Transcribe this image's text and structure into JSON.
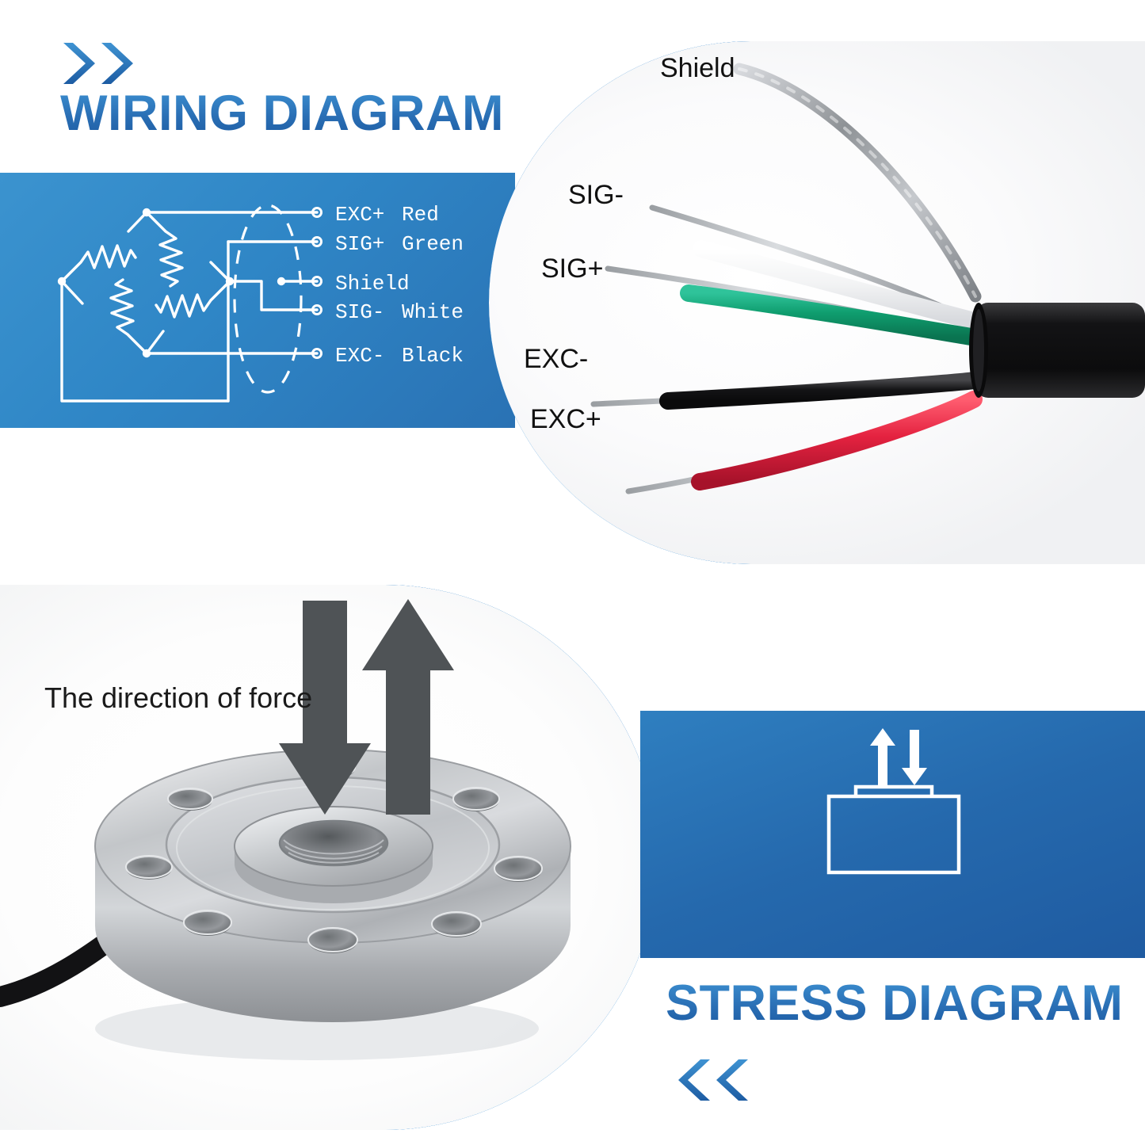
{
  "page": {
    "background": "#ffffff",
    "accent_blue": "#2f84cd",
    "accent_blue_dark": "#1f5ba1",
    "accent_blue_light": "#3aa0e8"
  },
  "wiring_section": {
    "title": "WIRING DIAGRAM",
    "chevron_icon": "double-chevron-right-icon",
    "panel_color": "#2f86c6",
    "circuit": {
      "type": "wheatstone-bridge",
      "resistor_count": 4,
      "shield_ellipse": true,
      "terminals": [
        {
          "signal": "EXC+",
          "wire_color_name": "Red",
          "color": "#e8243c",
          "order": 1
        },
        {
          "signal": "SIG+",
          "wire_color_name": "Green",
          "color": "#17a06a",
          "order": 2
        },
        {
          "signal": "Shield",
          "wire_color_name": "",
          "color": "#c9ccd1",
          "order": 3
        },
        {
          "signal": "SIG-",
          "wire_color_name": "White",
          "color": "#ffffff",
          "order": 4
        },
        {
          "signal": "EXC-",
          "wire_color_name": "Black",
          "color": "#141414",
          "order": 5
        }
      ]
    },
    "photo": {
      "caption_labels": [
        {
          "text": "Shield",
          "signal": "Shield"
        },
        {
          "text": "SIG-",
          "signal": "SIG-"
        },
        {
          "text": "SIG+",
          "signal": "SIG+"
        },
        {
          "text": "EXC-",
          "signal": "EXC-"
        },
        {
          "text": "EXC+",
          "signal": "EXC+"
        }
      ],
      "cable_jacket_color": "#141414",
      "wires": [
        {
          "signal": "Shield",
          "color": "#b9bcc0",
          "insulated": false
        },
        {
          "signal": "SIG-",
          "color": "#ffffff",
          "insulated": true
        },
        {
          "signal": "SIG+",
          "color": "#12a174",
          "insulated": true
        },
        {
          "signal": "EXC-",
          "color": "#1a1a1a",
          "insulated": true
        },
        {
          "signal": "EXC+",
          "color": "#e8243c",
          "insulated": true
        }
      ]
    }
  },
  "stress_section": {
    "title": "STRESS DIAGRAM",
    "chevron_icon": "double-chevron-left-icon",
    "panel_color": "#2569ad",
    "icon": {
      "name": "compression-tension-icon",
      "up_arrow": "arrow-up-icon",
      "down_arrow": "arrow-down-icon"
    },
    "photo": {
      "force_label": "The direction of force",
      "down_arrow_icon": "arrow-down-icon",
      "up_arrow_icon": "arrow-up-icon",
      "arrow_color": "#4f5356",
      "product": "spoke-type-load-cell",
      "bolt_hole_count": 8
    }
  }
}
